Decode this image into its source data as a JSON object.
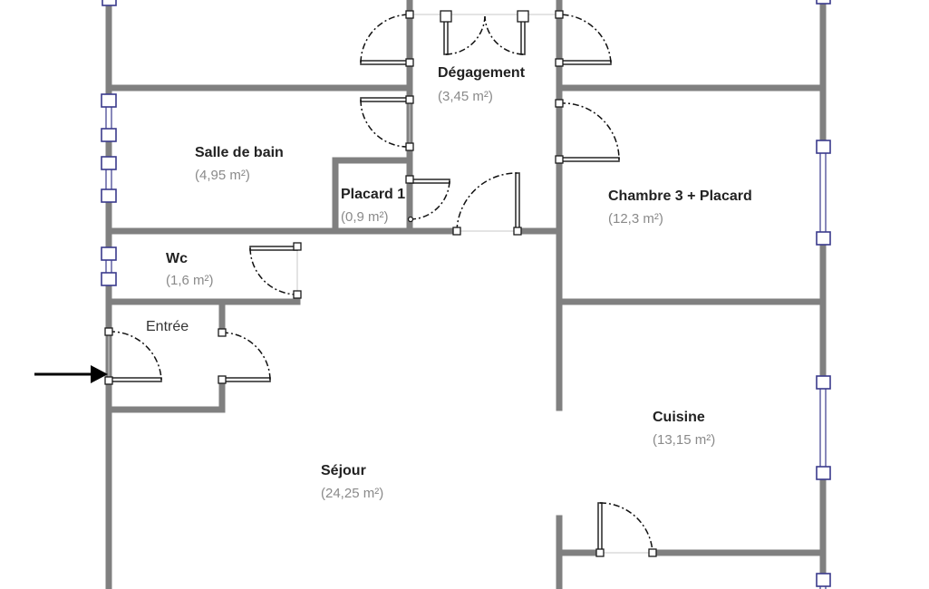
{
  "rooms": [
    {
      "id": "degagement",
      "name": "Dégagement",
      "area": "(3,45 m²)"
    },
    {
      "id": "salle-de-bain",
      "name": "Salle de bain",
      "area": "(4,95 m²)"
    },
    {
      "id": "placard-1",
      "name": "Placard 1",
      "area": "(0,9 m²)"
    },
    {
      "id": "chambre-3",
      "name": "Chambre 3 + Placard",
      "area": "(12,3 m²)"
    },
    {
      "id": "wc",
      "name": "Wc",
      "area": "(1,6 m²)"
    },
    {
      "id": "entree",
      "name": "Entrée",
      "area": ""
    },
    {
      "id": "cuisine",
      "name": "Cuisine",
      "area": "(13,15 m²)"
    },
    {
      "id": "sejour",
      "name": "Séjour",
      "area": "(24,25 m²)"
    }
  ],
  "colors": {
    "wall": "#808080",
    "window": "#3a3a8c",
    "area_text": "#8a8a8a",
    "name_text": "#222222"
  }
}
